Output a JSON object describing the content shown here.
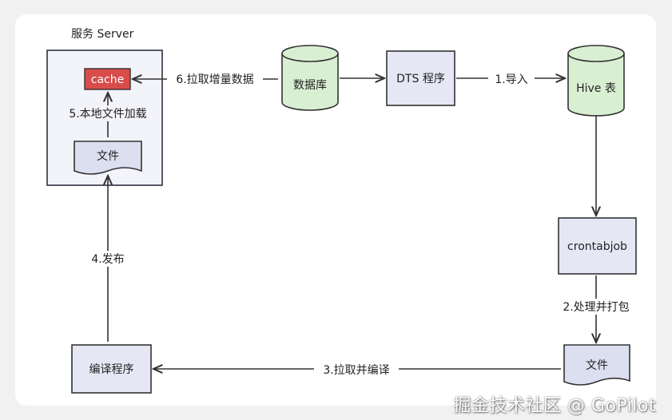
{
  "diagram": {
    "server_group_label": "服务 Server",
    "nodes": {
      "cache": "cache",
      "server_file": "文件",
      "database": "数据库",
      "dts": "DTS 程序",
      "hive": "Hive 表",
      "crontab": "crontabjob",
      "pkg_file": "文件",
      "compiler": "编译程序"
    },
    "edges": {
      "import": "1.导入",
      "process_pack": "2.处理并打包",
      "pull_compile": "3.拉取并编译",
      "publish": "4.发布",
      "local_load": "5.本地文件加载",
      "pull_incremental": "6.拉取增量数据"
    },
    "colors": {
      "server_fill": "#f3f3fa",
      "server_border": "#303040",
      "cache_fill": "#d94c4c",
      "db_fill": "#d9efd2",
      "box_fill": "#e6e7f5",
      "doc_fill": "#dcdff0",
      "stroke": "#333333"
    }
  },
  "watermark": "掘金技术社区 @ GoPilot"
}
